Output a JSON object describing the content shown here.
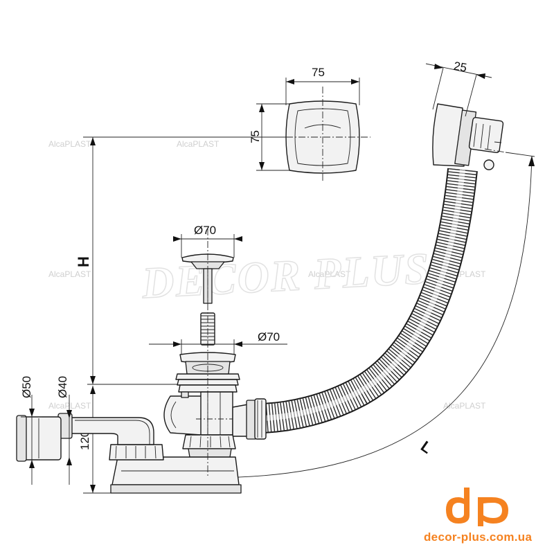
{
  "dimensions": {
    "cap_width": "75",
    "cap_height": "75",
    "overflow_depth": "25",
    "plug_diameter": "Ø70",
    "drain_diameter": "Ø70",
    "outlet_outer_diameter": "Ø50",
    "outlet_inner_diameter": "Ø40",
    "trap_height": "120",
    "height_label": "H",
    "length_label": "L"
  },
  "watermarks": {
    "brand": "AlcaPLAST",
    "overlay": "DECOR PLUS"
  },
  "logo": {
    "letters": "dp",
    "url": "decor-plus.com.ua",
    "color": "#f58220"
  }
}
